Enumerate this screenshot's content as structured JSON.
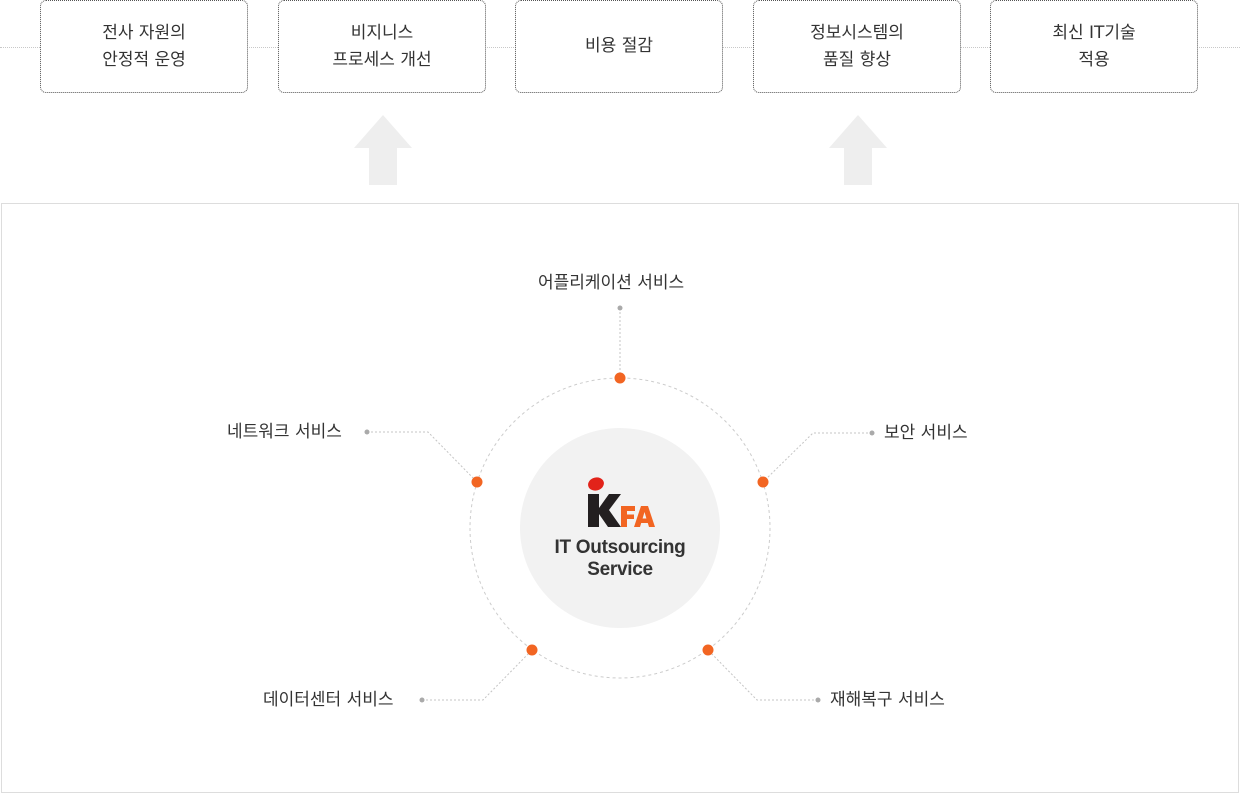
{
  "benefits": [
    {
      "label": "전사 자원의\n안정적 운영"
    },
    {
      "label": "비지니스\n프로세스 개선"
    },
    {
      "label": "비용 절감"
    },
    {
      "label": "정보시스템의\n품질 향상"
    },
    {
      "label": "최신 IT기술\n적용"
    }
  ],
  "center": {
    "logo_text": "KFA",
    "title": "IT Outsourcing\nService"
  },
  "services": {
    "application": "어플리케이션 서비스",
    "network": "네트워크 서비스",
    "security": "보안 서비스",
    "datacenter": "데이터센터 서비스",
    "disaster_recovery": "재해복구 서비스"
  },
  "colors": {
    "accent_orange": "#f26522",
    "logo_red": "#e2231a",
    "logo_black": "#231f20",
    "arrow_gray": "#eeeeee",
    "dot_gray": "#aaaaaa"
  }
}
